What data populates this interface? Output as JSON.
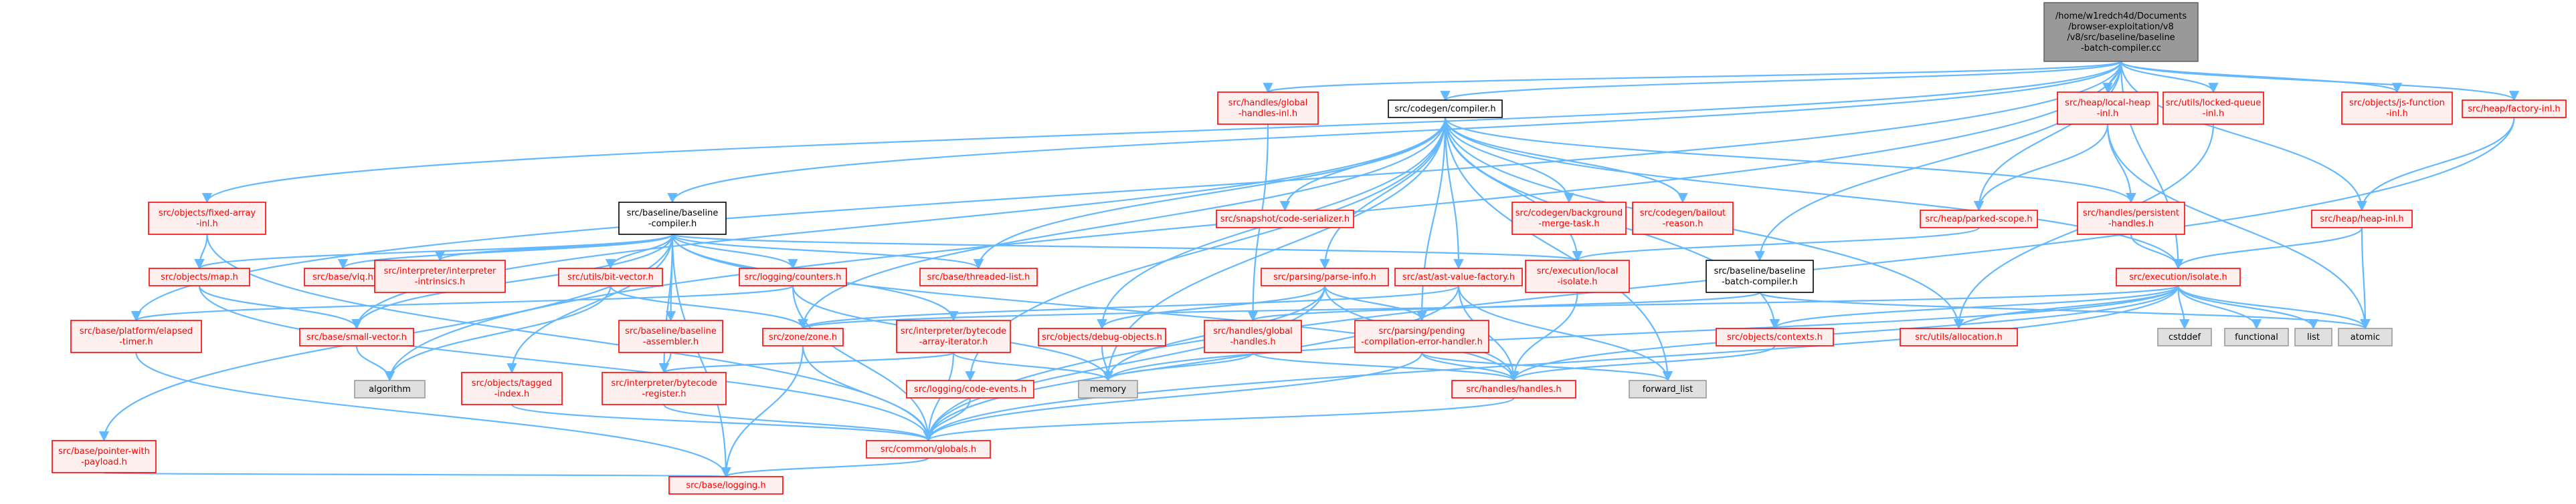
{
  "colors": {
    "root_fill": "#999999",
    "root_border": "#666666",
    "file_fill": "#fff0f0",
    "file_border": "#ff0000",
    "file_text": "#ff0000",
    "system_fill": "#e0e0e0",
    "system_border": "#999999",
    "text_dark": "#000000",
    "edge": "#63b8ff",
    "background": "#ffffff"
  },
  "nodes": [
    {
      "id": "root",
      "kind": "root",
      "lines": [
        "/home/w1redch4d/Documents",
        "/browser-exploitation/v8",
        "/v8/src/baseline/baseline",
        "-batch-compiler.cc"
      ]
    },
    {
      "id": "global_inl",
      "kind": "file",
      "lines": [
        "src/handles/global",
        "-handles-inl.h"
      ]
    },
    {
      "id": "compiler",
      "kind": "file_plain",
      "lines": [
        "src/codegen/compiler.h"
      ]
    },
    {
      "id": "local_heap_inl",
      "kind": "file",
      "lines": [
        "src/heap/local-heap",
        "-inl.h"
      ]
    },
    {
      "id": "locked_queue",
      "kind": "file",
      "lines": [
        "src/utils/locked-queue",
        "-inl.h"
      ]
    },
    {
      "id": "js_function",
      "kind": "file",
      "lines": [
        "src/objects/js-function",
        "-inl.h"
      ]
    },
    {
      "id": "factory_inl",
      "kind": "file",
      "lines": [
        "src/heap/factory-inl.h"
      ]
    },
    {
      "id": "fixed_array",
      "kind": "file",
      "lines": [
        "src/objects/fixed-array",
        "-inl.h"
      ]
    },
    {
      "id": "baseline_compiler",
      "kind": "file_plain",
      "lines": [
        "src/baseline/baseline",
        "-compiler.h"
      ]
    },
    {
      "id": "snapshot",
      "kind": "file",
      "lines": [
        "src/snapshot/code-serializer.h"
      ]
    },
    {
      "id": "bg_merge",
      "kind": "file",
      "lines": [
        "src/codegen/background",
        "-merge-task.h"
      ]
    },
    {
      "id": "bailout",
      "kind": "file",
      "lines": [
        "src/codegen/bailout",
        "-reason.h"
      ]
    },
    {
      "id": "parked_scope",
      "kind": "file",
      "lines": [
        "src/heap/parked-scope.h"
      ]
    },
    {
      "id": "persistent",
      "kind": "file",
      "lines": [
        "src/handles/persistent",
        "-handles.h"
      ]
    },
    {
      "id": "heap_inl",
      "kind": "file",
      "lines": [
        "src/heap/heap-inl.h"
      ]
    },
    {
      "id": "objects_map",
      "kind": "file",
      "lines": [
        "src/objects/map.h"
      ]
    },
    {
      "id": "vlq",
      "kind": "file",
      "lines": [
        "src/base/vlq.h"
      ]
    },
    {
      "id": "intrinsics",
      "kind": "file",
      "lines": [
        "src/interpreter/interpreter",
        "-intrinsics.h"
      ]
    },
    {
      "id": "bit_vector",
      "kind": "file",
      "lines": [
        "src/utils/bit-vector.h"
      ]
    },
    {
      "id": "counters",
      "kind": "file",
      "lines": [
        "src/logging/counters.h"
      ]
    },
    {
      "id": "threaded_list",
      "kind": "file",
      "lines": [
        "src/base/threaded-list.h"
      ]
    },
    {
      "id": "parse_info",
      "kind": "file",
      "lines": [
        "src/parsing/parse-info.h"
      ]
    },
    {
      "id": "ast_value",
      "kind": "file",
      "lines": [
        "src/ast/ast-value-factory.h"
      ]
    },
    {
      "id": "execution_local",
      "kind": "file",
      "lines": [
        "src/execution/local",
        "-isolate.h"
      ]
    },
    {
      "id": "batch_compiler",
      "kind": "file_plain",
      "lines": [
        "src/baseline/baseline",
        "-batch-compiler.h"
      ]
    },
    {
      "id": "isolate",
      "kind": "file",
      "lines": [
        "src/execution/isolate.h"
      ]
    },
    {
      "id": "platform_timer",
      "kind": "file",
      "lines": [
        "src/base/platform/elapsed",
        "-timer.h"
      ]
    },
    {
      "id": "small_vector",
      "kind": "file",
      "lines": [
        "src/base/small-vector.h"
      ]
    },
    {
      "id": "baseline_assembler",
      "kind": "file",
      "lines": [
        "src/baseline/baseline",
        "-assembler.h"
      ]
    },
    {
      "id": "zone",
      "kind": "file",
      "lines": [
        "src/zone/zone.h"
      ]
    },
    {
      "id": "bytecode_iterator",
      "kind": "file",
      "lines": [
        "src/interpreter/bytecode",
        "-array-iterator.h"
      ]
    },
    {
      "id": "debug_objects",
      "kind": "file",
      "lines": [
        "src/objects/debug-objects.h"
      ]
    },
    {
      "id": "handles_global",
      "kind": "file",
      "lines": [
        "src/handles/global",
        "-handles.h"
      ]
    },
    {
      "id": "pending_handler",
      "kind": "file",
      "lines": [
        "src/parsing/pending",
        "-compilation-error-handler.h"
      ]
    },
    {
      "id": "objects_contexts",
      "kind": "file",
      "lines": [
        "src/objects/contexts.h"
      ]
    },
    {
      "id": "allocation",
      "kind": "file",
      "lines": [
        "src/utils/allocation.h"
      ]
    },
    {
      "id": "cstddef",
      "kind": "system",
      "lines": [
        "cstddef"
      ]
    },
    {
      "id": "functional",
      "kind": "system",
      "lines": [
        "functional"
      ]
    },
    {
      "id": "list",
      "kind": "system",
      "lines": [
        "list"
      ]
    },
    {
      "id": "atomic",
      "kind": "system",
      "lines": [
        "atomic"
      ]
    },
    {
      "id": "algorithm",
      "kind": "system",
      "lines": [
        "algorithm"
      ]
    },
    {
      "id": "tagged_index",
      "kind": "file",
      "lines": [
        "src/objects/tagged",
        "-index.h"
      ]
    },
    {
      "id": "bytecode_register",
      "kind": "file",
      "lines": [
        "src/interpreter/bytecode",
        "-register.h"
      ]
    },
    {
      "id": "code_events",
      "kind": "file",
      "lines": [
        "src/logging/code-events.h"
      ]
    },
    {
      "id": "memory",
      "kind": "system",
      "lines": [
        "memory"
      ]
    },
    {
      "id": "handles",
      "kind": "file",
      "lines": [
        "src/handles/handles.h"
      ]
    },
    {
      "id": "forward_list",
      "kind": "system",
      "lines": [
        "forward_list"
      ]
    },
    {
      "id": "pointer_payload",
      "kind": "file",
      "lines": [
        "src/base/pointer-with",
        "-payload.h"
      ]
    },
    {
      "id": "globals",
      "kind": "file",
      "lines": [
        "src/common/globals.h"
      ]
    },
    {
      "id": "logging",
      "kind": "file",
      "lines": [
        "src/base/logging.h"
      ]
    }
  ],
  "edges": [
    [
      "root",
      "global_inl"
    ],
    [
      "root",
      "compiler"
    ],
    [
      "root",
      "local_heap_inl"
    ],
    [
      "root",
      "locked_queue"
    ],
    [
      "root",
      "js_function"
    ],
    [
      "root",
      "factory_inl"
    ],
    [
      "root",
      "fixed_array"
    ],
    [
      "root",
      "baseline_compiler"
    ],
    [
      "root",
      "parked_scope"
    ],
    [
      "root",
      "heap_inl"
    ],
    [
      "root",
      "isolate"
    ],
    [
      "root",
      "batch_compiler"
    ],
    [
      "root",
      "platform_timer"
    ],
    [
      "root",
      "algorithm"
    ],
    [
      "compiler",
      "snapshot"
    ],
    [
      "compiler",
      "bg_merge"
    ],
    [
      "compiler",
      "bailout"
    ],
    [
      "compiler",
      "persistent"
    ],
    [
      "compiler",
      "threaded_list"
    ],
    [
      "compiler",
      "parse_info"
    ],
    [
      "compiler",
      "ast_value"
    ],
    [
      "compiler",
      "execution_local"
    ],
    [
      "compiler",
      "debug_objects"
    ],
    [
      "compiler",
      "code_events"
    ],
    [
      "compiler",
      "pending_handler"
    ],
    [
      "compiler",
      "objects_contexts"
    ],
    [
      "compiler",
      "allocation"
    ],
    [
      "compiler",
      "zone"
    ],
    [
      "compiler",
      "memory"
    ],
    [
      "compiler",
      "isolate"
    ],
    [
      "compiler",
      "forward_list"
    ],
    [
      "compiler",
      "small_vector"
    ],
    [
      "global_inl",
      "handles_global"
    ],
    [
      "local_heap_inl",
      "parked_scope"
    ],
    [
      "local_heap_inl",
      "persistent"
    ],
    [
      "local_heap_inl",
      "atomic"
    ],
    [
      "locked_queue",
      "allocation"
    ],
    [
      "factory_inl",
      "heap_inl"
    ],
    [
      "factory_inl",
      "globals"
    ],
    [
      "fixed_array",
      "objects_map"
    ],
    [
      "fixed_array",
      "globals"
    ],
    [
      "baseline_compiler",
      "objects_map"
    ],
    [
      "baseline_compiler",
      "vlq"
    ],
    [
      "baseline_compiler",
      "intrinsics"
    ],
    [
      "baseline_compiler",
      "bit_vector"
    ],
    [
      "baseline_compiler",
      "counters"
    ],
    [
      "baseline_compiler",
      "threaded_list"
    ],
    [
      "baseline_compiler",
      "execution_local"
    ],
    [
      "baseline_compiler",
      "baseline_assembler"
    ],
    [
      "baseline_compiler",
      "bytecode_iterator"
    ],
    [
      "baseline_compiler",
      "bytecode_register"
    ],
    [
      "baseline_compiler",
      "tagged_index"
    ],
    [
      "baseline_compiler",
      "small_vector"
    ],
    [
      "baseline_compiler",
      "pointer_payload"
    ],
    [
      "baseline_compiler",
      "logging"
    ],
    [
      "baseline_compiler",
      "handles"
    ],
    [
      "parked_scope",
      "execution_local"
    ],
    [
      "persistent",
      "isolate"
    ],
    [
      "heap_inl",
      "isolate"
    ],
    [
      "heap_inl",
      "atomic"
    ],
    [
      "objects_map",
      "small_vector"
    ],
    [
      "objects_map",
      "globals"
    ],
    [
      "bit_vector",
      "zone"
    ],
    [
      "bit_vector",
      "algorithm"
    ],
    [
      "counters",
      "platform_timer"
    ],
    [
      "counters",
      "memory"
    ],
    [
      "counters",
      "globals"
    ],
    [
      "parse_info",
      "debug_objects"
    ],
    [
      "parse_info",
      "handles"
    ],
    [
      "parse_info",
      "pending_handler"
    ],
    [
      "parse_info",
      "globals"
    ],
    [
      "parse_info",
      "memory"
    ],
    [
      "ast_value",
      "zone"
    ],
    [
      "ast_value",
      "handles"
    ],
    [
      "ast_value",
      "forward_list"
    ],
    [
      "ast_value",
      "globals"
    ],
    [
      "execution_local",
      "handles"
    ],
    [
      "batch_compiler",
      "handles_global"
    ],
    [
      "batch_compiler",
      "atomic"
    ],
    [
      "isolate",
      "cstddef"
    ],
    [
      "isolate",
      "functional"
    ],
    [
      "isolate",
      "list"
    ],
    [
      "isolate",
      "atomic"
    ],
    [
      "isolate",
      "allocation"
    ],
    [
      "isolate",
      "objects_contexts"
    ],
    [
      "isolate",
      "handles"
    ],
    [
      "isolate",
      "globals"
    ],
    [
      "isolate",
      "zone"
    ],
    [
      "isolate",
      "memory"
    ],
    [
      "platform_timer",
      "logging"
    ],
    [
      "small_vector",
      "algorithm"
    ],
    [
      "baseline_assembler",
      "bytecode_register"
    ],
    [
      "zone",
      "globals"
    ],
    [
      "zone",
      "logging"
    ],
    [
      "bytecode_iterator",
      "bytecode_register"
    ],
    [
      "bytecode_iterator",
      "memory"
    ],
    [
      "bytecode_iterator",
      "globals"
    ],
    [
      "debug_objects",
      "memory"
    ],
    [
      "handles_global",
      "handles"
    ],
    [
      "handles_global",
      "memory"
    ],
    [
      "pending_handler",
      "handles"
    ],
    [
      "pending_handler",
      "forward_list"
    ],
    [
      "pending_handler",
      "globals"
    ],
    [
      "objects_contexts",
      "handles"
    ],
    [
      "tagged_index",
      "globals"
    ],
    [
      "bytecode_register",
      "globals"
    ],
    [
      "code_events",
      "globals"
    ],
    [
      "handles",
      "globals"
    ],
    [
      "pointer_payload",
      "logging"
    ],
    [
      "globals",
      "logging"
    ]
  ]
}
